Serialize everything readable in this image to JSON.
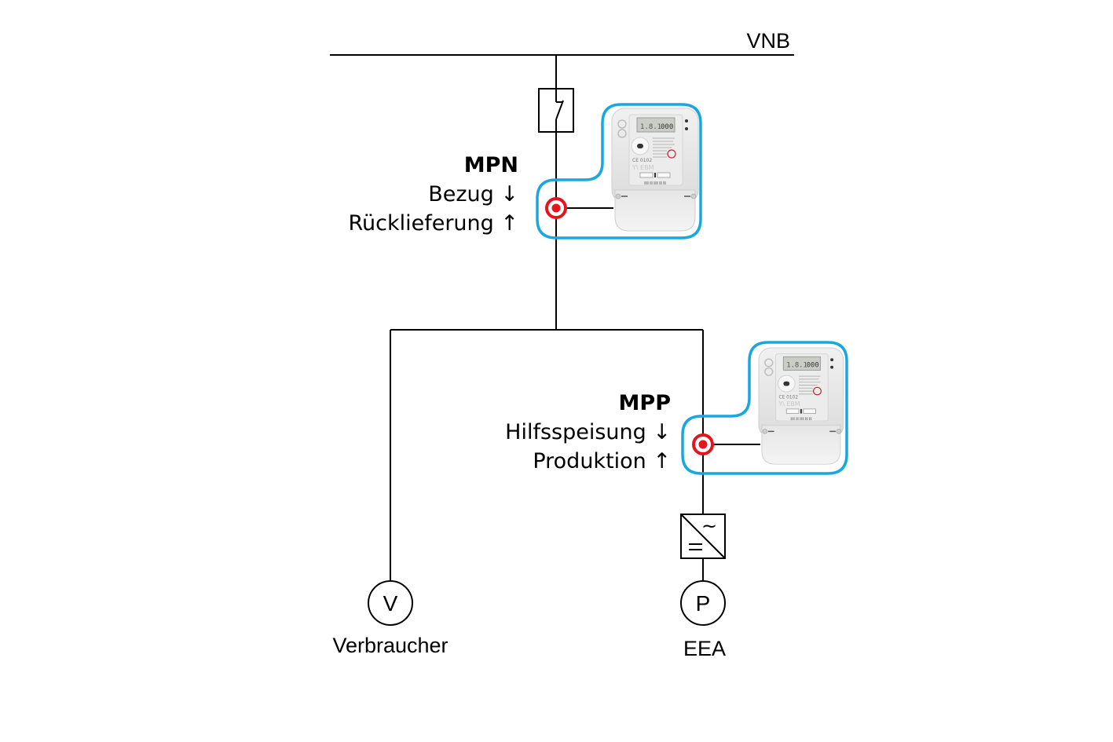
{
  "diagram": {
    "grid_label": "VNB",
    "mpn": {
      "title": "MPN",
      "line1": "Bezug ↓",
      "line2": "Rücklieferung ↑"
    },
    "mpp": {
      "title": "MPP",
      "line1": "Hilfsspeisung ↓",
      "line2": "Produktion ↑"
    },
    "consumer": {
      "symbol": "V",
      "label": "Verbraucher"
    },
    "producer": {
      "symbol": "P",
      "label": "EEA"
    },
    "inverter": {
      "ac_symbol": "~",
      "dc_symbol": "="
    },
    "colors": {
      "outline": "#1aa7e0",
      "measuring_point": "#e8141c",
      "wire": "#000000"
    }
  }
}
